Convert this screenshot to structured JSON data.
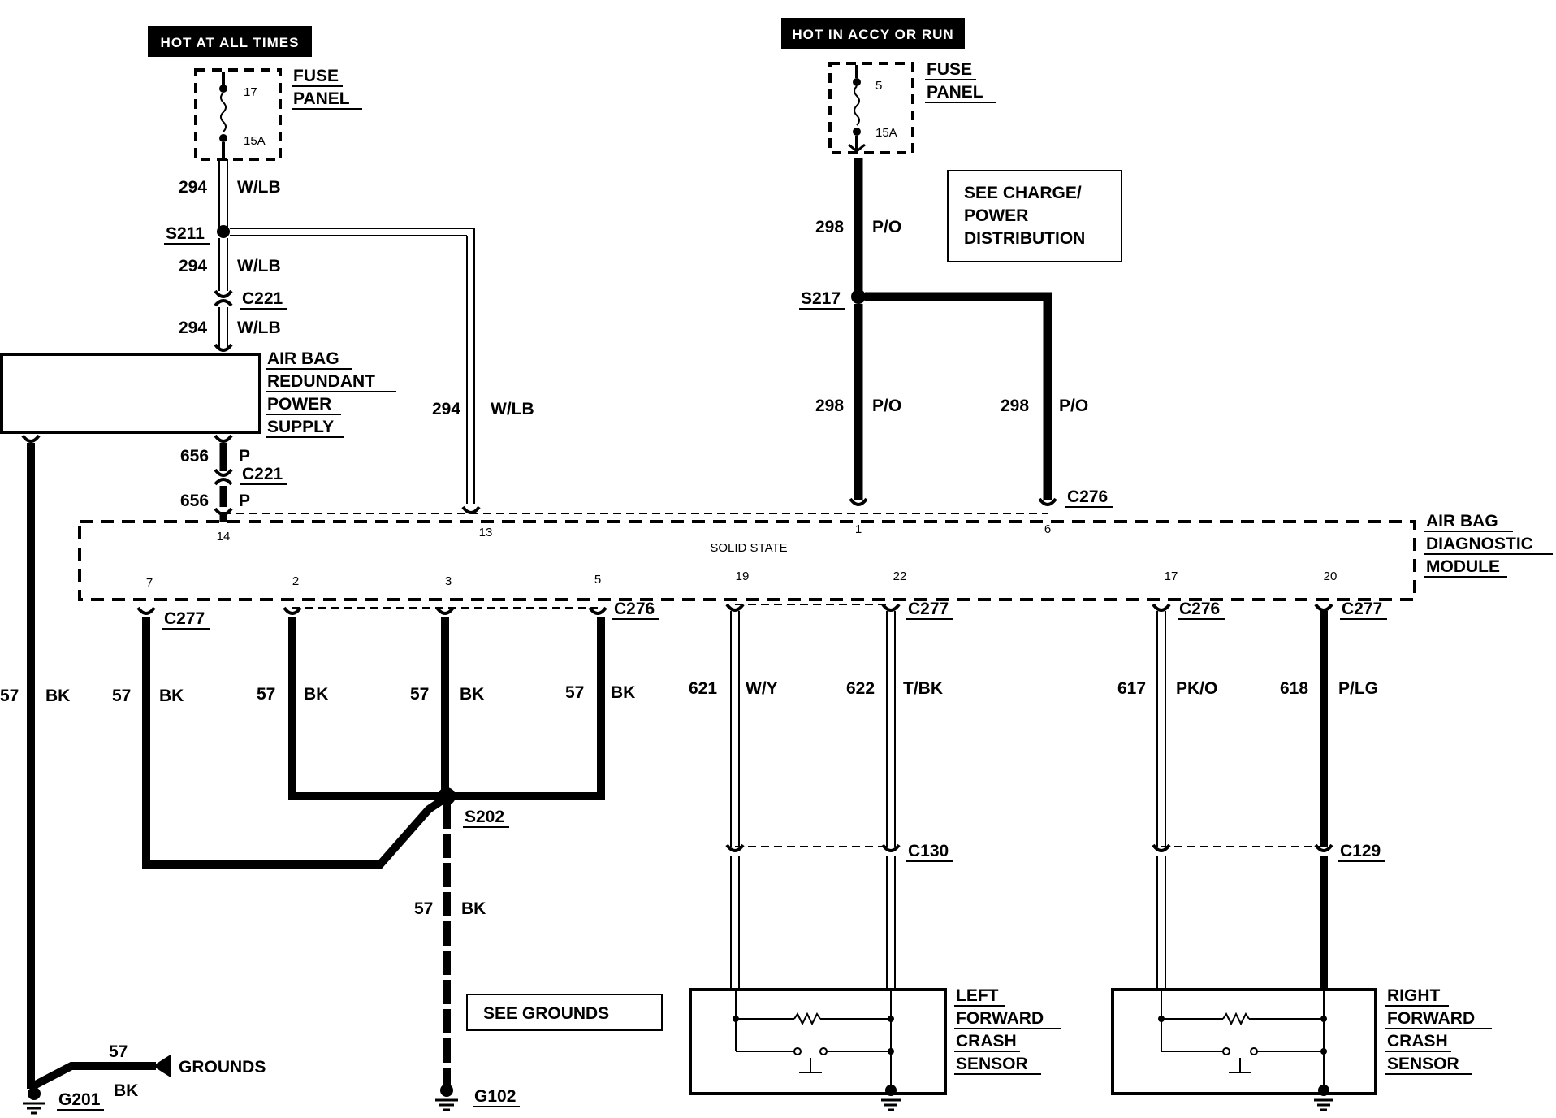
{
  "power": {
    "left_header": "HOT AT ALL TIMES",
    "right_header": "HOT IN ACCY OR RUN",
    "fuse_panel_label": [
      "FUSE",
      "PANEL"
    ],
    "left_fuse_number": "17",
    "left_fuse_rating": "15A",
    "right_fuse_number": "5",
    "right_fuse_rating": "15A",
    "see_charge": [
      "SEE CHARGE/",
      "POWER",
      "DISTRIBUTION"
    ]
  },
  "splices": {
    "s211": "S211",
    "s217": "S217",
    "s202": "S202"
  },
  "connectors": {
    "c221": "C221",
    "c276": "C276",
    "c277": "C277",
    "c130": "C130",
    "c129": "C129"
  },
  "redundant_power_supply": [
    "AIR BAG",
    "REDUNDANT",
    "POWER",
    "SUPPLY"
  ],
  "module": {
    "label": [
      "AIR BAG",
      "DIAGNOSTIC",
      "MODULE"
    ],
    "center_text": "SOLID STATE",
    "top_pins": [
      "14",
      "13",
      "1",
      "6"
    ],
    "bottom_pins": [
      "7",
      "2",
      "3",
      "5",
      "19",
      "22",
      "17",
      "20"
    ]
  },
  "wires": {
    "w294": {
      "circuit": "294",
      "color": "W/LB"
    },
    "w298": {
      "circuit": "298",
      "color": "P/O"
    },
    "w656": {
      "circuit": "656",
      "color": "P"
    },
    "w57": {
      "circuit": "57",
      "color": "BK"
    },
    "w621": {
      "circuit": "621",
      "color": "W/Y"
    },
    "w622": {
      "circuit": "622",
      "color": "T/BK"
    },
    "w617": {
      "circuit": "617",
      "color": "PK/O"
    },
    "w618": {
      "circuit": "618",
      "color": "P/LG"
    }
  },
  "sensors": {
    "left": [
      "LEFT",
      "FORWARD",
      "CRASH",
      "SENSOR"
    ],
    "right": [
      "RIGHT",
      "FORWARD",
      "CRASH",
      "SENSOR"
    ]
  },
  "grounds": {
    "g201": "G201",
    "g102": "G102",
    "grounds_label": "GROUNDS",
    "see_grounds": "SEE GROUNDS"
  }
}
